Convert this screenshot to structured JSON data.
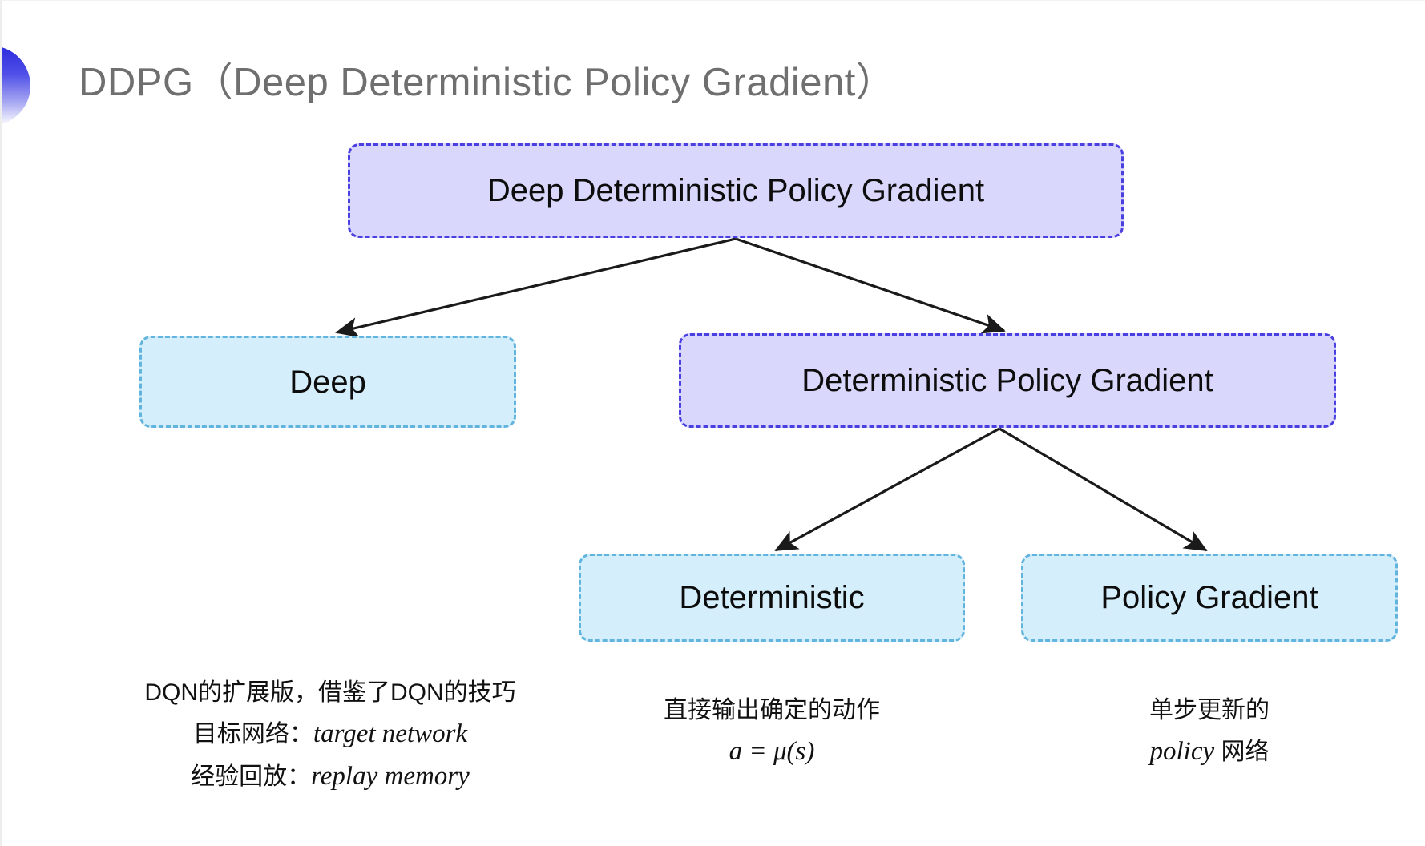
{
  "slide": {
    "title": "DDPG（Deep Deterministic Policy Gradient）",
    "bullet_icon": "half-circle-gradient-icon",
    "colors": {
      "purple_fill": "#d9d7fb",
      "purple_border": "#4a3fe0",
      "blue_fill": "#d5eefb",
      "blue_border": "#61b4dd",
      "title_text": "#6f6f6f",
      "arrow": "#1a1a1a",
      "background": "#ffffff"
    }
  },
  "diagram": {
    "nodes": {
      "root": "Deep Deterministic Policy Gradient",
      "deep": "Deep",
      "dpg": "Deterministic Policy Gradient",
      "deterministic": "Deterministic",
      "policy_gradient": "Policy Gradient"
    },
    "edges": [
      {
        "from": "root",
        "to": "deep"
      },
      {
        "from": "root",
        "to": "dpg"
      },
      {
        "from": "dpg",
        "to": "deterministic"
      },
      {
        "from": "dpg",
        "to": "policy_gradient"
      }
    ]
  },
  "annotations": {
    "deep": {
      "line1": "DQN的扩展版，借鉴了DQN的技巧",
      "line2_label": "目标网络：",
      "line2_term": "target network",
      "line3_label": "经验回放：",
      "line3_term": "replay memory"
    },
    "deterministic": {
      "line1": "直接输出确定的动作",
      "formula": "a = μ(s)"
    },
    "policy_gradient": {
      "line1": "单步更新的",
      "line2_term": "policy",
      "line2_suffix": " 网络"
    }
  }
}
